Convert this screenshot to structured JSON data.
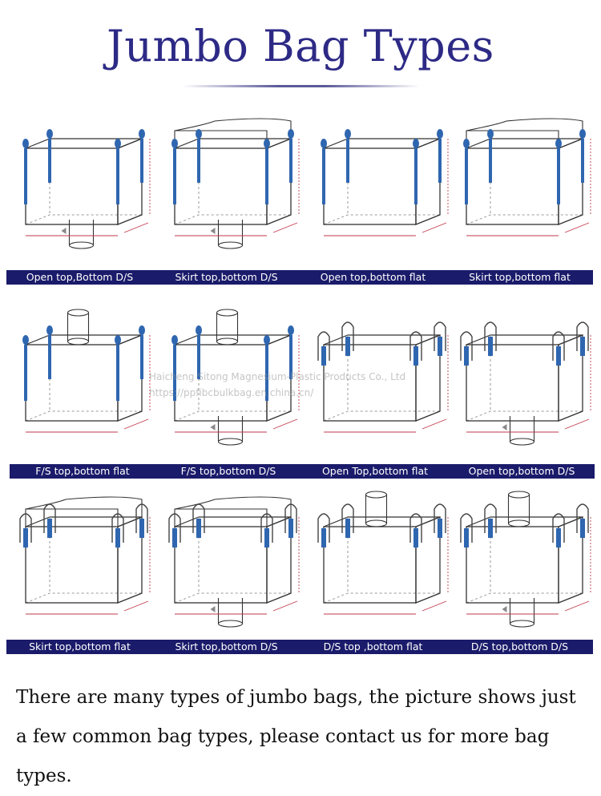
{
  "title": "Jumbo Bag Types",
  "rows": [
    [
      "Open top,Bottom D/S",
      "Skirt top,bottom D/S",
      "Open top,bottom flat",
      "Skirt top,bottom flat"
    ],
    [
      "F/S top,bottom flat",
      "F/S top,bottom D/S",
      "Open Top,bottom flat",
      "Open top,bottom D/S"
    ],
    [
      "Skirt top,bottom flat",
      "Skirt top,bottom D/S",
      "D/S top ,bottom flat",
      "D/S top,bottom D/S"
    ]
  ],
  "watermark": {
    "company": "Haicheng Sitong Magnesium-Plastic Products Co., Ltd",
    "url": "https://ppfibcbulkbag.en.china.cn/"
  },
  "description": "There are many types of jumbo bags, the picture shows just a few common bag types, please contact us for more bag types.",
  "colors": {
    "title": "#2d2a86",
    "band": "#1a1b6a",
    "strap": "#2f66b0",
    "line": "#333333",
    "dimension": "#c0394b"
  },
  "bag_tops": [
    [
      "open",
      "skirt",
      "open",
      "skirt"
    ],
    [
      "fill-spout",
      "fill-spout",
      "open",
      "open"
    ],
    [
      "skirt",
      "skirt",
      "discharge-spout",
      "discharge-spout"
    ]
  ],
  "bag_bottoms": [
    [
      "discharge-spout",
      "discharge-spout",
      "flat",
      "flat"
    ],
    [
      "flat",
      "discharge-spout",
      "flat",
      "discharge-spout"
    ],
    [
      "flat",
      "discharge-spout",
      "flat",
      "discharge-spout"
    ]
  ],
  "loop_styles": [
    [
      "corner-strap",
      "corner-strap",
      "corner-strap",
      "corner-strap"
    ],
    [
      "corner-strap",
      "corner-strap",
      "cross-corner-loop",
      "cross-corner-loop"
    ],
    [
      "cross-corner-loop",
      "cross-corner-loop",
      "cross-corner-loop",
      "cross-corner-loop"
    ]
  ]
}
